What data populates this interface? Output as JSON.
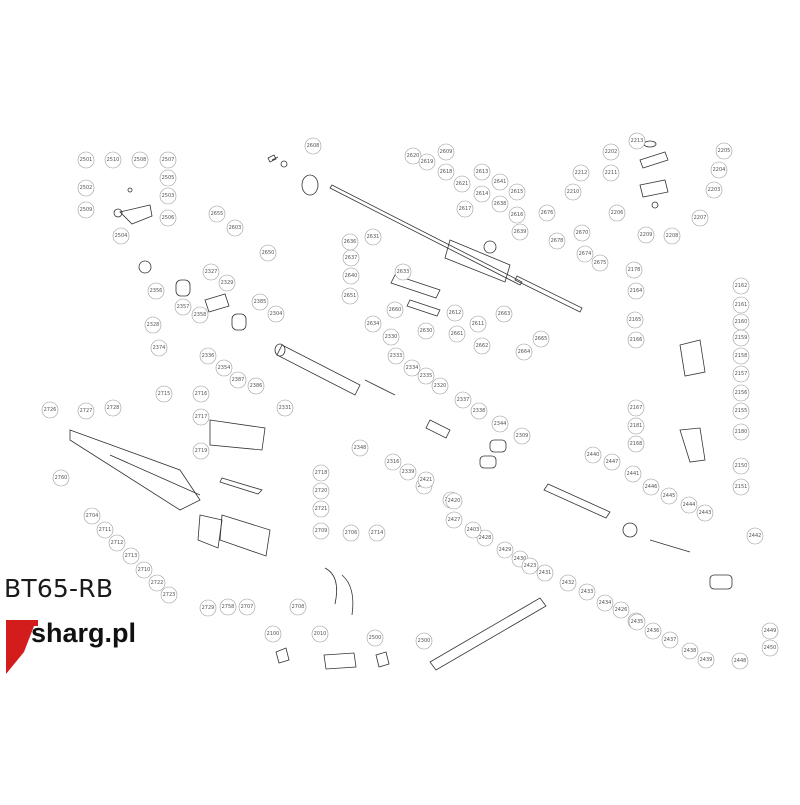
{
  "model": "BT65-RB",
  "brand": {
    "name": "sharg.pl",
    "colors": {
      "accent": "#d31d1d",
      "text": "#111111"
    }
  },
  "callouts": [
    "2501",
    "2510",
    "2508",
    "2507",
    "2502",
    "2505",
    "2503",
    "2509",
    "2504",
    "2506",
    "2608",
    "2655",
    "2603",
    "2650",
    "2620",
    "2619",
    "2609",
    "2618",
    "2621",
    "2613",
    "2641",
    "2614",
    "2615",
    "2638",
    "2616",
    "2617",
    "2676",
    "2639",
    "2636",
    "2631",
    "2637",
    "2640",
    "2651",
    "2633",
    "2660",
    "2634",
    "2630",
    "2670",
    "2678",
    "2674",
    "2675",
    "2664",
    "2665",
    "2612",
    "2662",
    "2661",
    "2663",
    "2611",
    "2202",
    "2213",
    "2212",
    "2205",
    "2211",
    "2210",
    "2204",
    "2206",
    "2203",
    "2209",
    "2207",
    "2208",
    "2356",
    "2357",
    "2358",
    "2328",
    "2327",
    "2329",
    "2385",
    "2304",
    "2374",
    "2336",
    "2354",
    "2387",
    "2386",
    "2330",
    "2333",
    "2334",
    "2335",
    "2337",
    "2331",
    "2338",
    "2344",
    "2348",
    "2309",
    "2316",
    "2339",
    "2345",
    "2346",
    "2320",
    "2178",
    "2164",
    "2162",
    "2161",
    "2165",
    "2160",
    "2166",
    "2159",
    "2158",
    "2157",
    "2156",
    "2155",
    "2167",
    "2180",
    "2181",
    "2168",
    "2150",
    "2151",
    "2726",
    "2727",
    "2728",
    "2715",
    "2716",
    "2717",
    "2760",
    "2719",
    "2718",
    "2720",
    "2721",
    "2704",
    "2711",
    "2712",
    "2713",
    "2710",
    "2722",
    "2723",
    "2729",
    "2758",
    "2707",
    "2706",
    "2714",
    "2708",
    "2709",
    "2440",
    "2447",
    "2441",
    "2446",
    "2445",
    "2444",
    "2443",
    "2442",
    "2427",
    "2420",
    "2428",
    "2429",
    "2430",
    "2432",
    "2433",
    "2434",
    "2426",
    "2425",
    "2435",
    "2436",
    "2437",
    "2438",
    "2439",
    "2448",
    "2100",
    "2010",
    "2500",
    "2300",
    "2403",
    "2421",
    "2431",
    "2449",
    "2450",
    "2423"
  ]
}
